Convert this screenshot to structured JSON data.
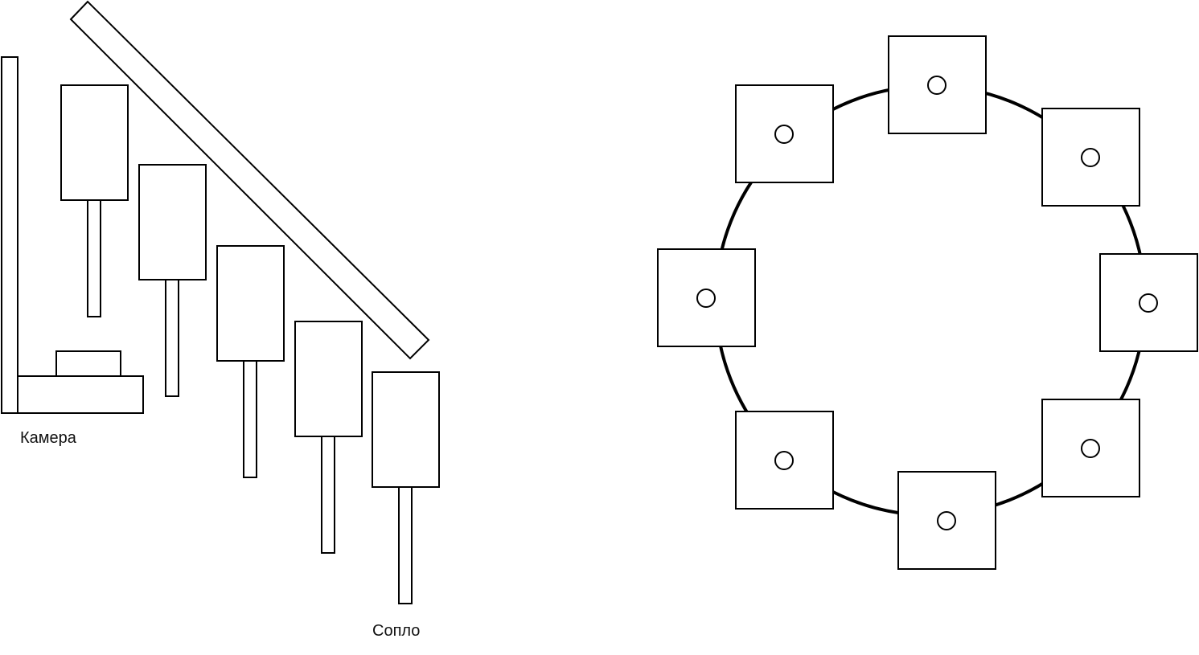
{
  "labels": {
    "camera": "Камера",
    "nozzle": "Сопло"
  },
  "colors": {
    "stroke": "#000000",
    "fill": "#ffffff"
  },
  "nozzle_count": 5,
  "ring_station_count": 8
}
